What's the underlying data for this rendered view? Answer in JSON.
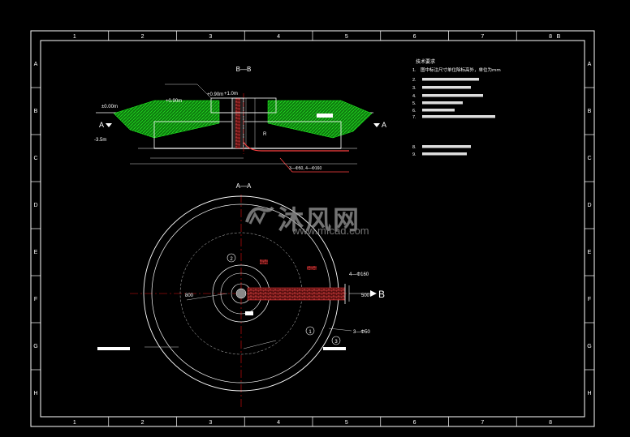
{
  "frame": {
    "columns": [
      "1",
      "2",
      "3",
      "4",
      "5",
      "6",
      "7",
      "8"
    ],
    "rows": [
      "A",
      "B",
      "C",
      "D",
      "E",
      "F",
      "G",
      "H"
    ],
    "sheet_tag": "B"
  },
  "section_bb": {
    "title": "B—B",
    "levels": [
      "±0.00m",
      "+0.90m",
      "+0.90m",
      "+1.0m",
      "-3.5m"
    ],
    "cut_left": "A",
    "cut_right": "A",
    "radius_label": "R",
    "pipe_label": "3—Φ50, 4—Φ160"
  },
  "plan_aa": {
    "title": "A—A",
    "dims": [
      "800",
      "500"
    ],
    "pipe_note": "4—Φ160",
    "pipe_note_b": "3—Φ50",
    "mark_b": "B",
    "circle_marks": [
      "1",
      "2",
      "3"
    ]
  },
  "notes": {
    "title": "技术要求",
    "items": [
      {
        "num": "1.",
        "text": "图中标注尺寸单位除标高外，单位为mm"
      },
      {
        "num": "2.",
        "text": ""
      },
      {
        "num": "3.",
        "text": ""
      },
      {
        "num": "4.",
        "text": ""
      },
      {
        "num": "5.",
        "text": ""
      },
      {
        "num": "6.",
        "text": ""
      },
      {
        "num": "7.",
        "text": ""
      },
      {
        "num": "8.",
        "text": ""
      },
      {
        "num": "9.",
        "text": ""
      }
    ]
  },
  "watermark": {
    "text": "沐风网",
    "url": "www.mfcad.com"
  },
  "colors": {
    "background": "#000000",
    "frame": "#ffffff",
    "hatch": "#1fc21f",
    "centerline": "#e01010",
    "pipe": "#ff6060",
    "dim": "#cccccc"
  }
}
